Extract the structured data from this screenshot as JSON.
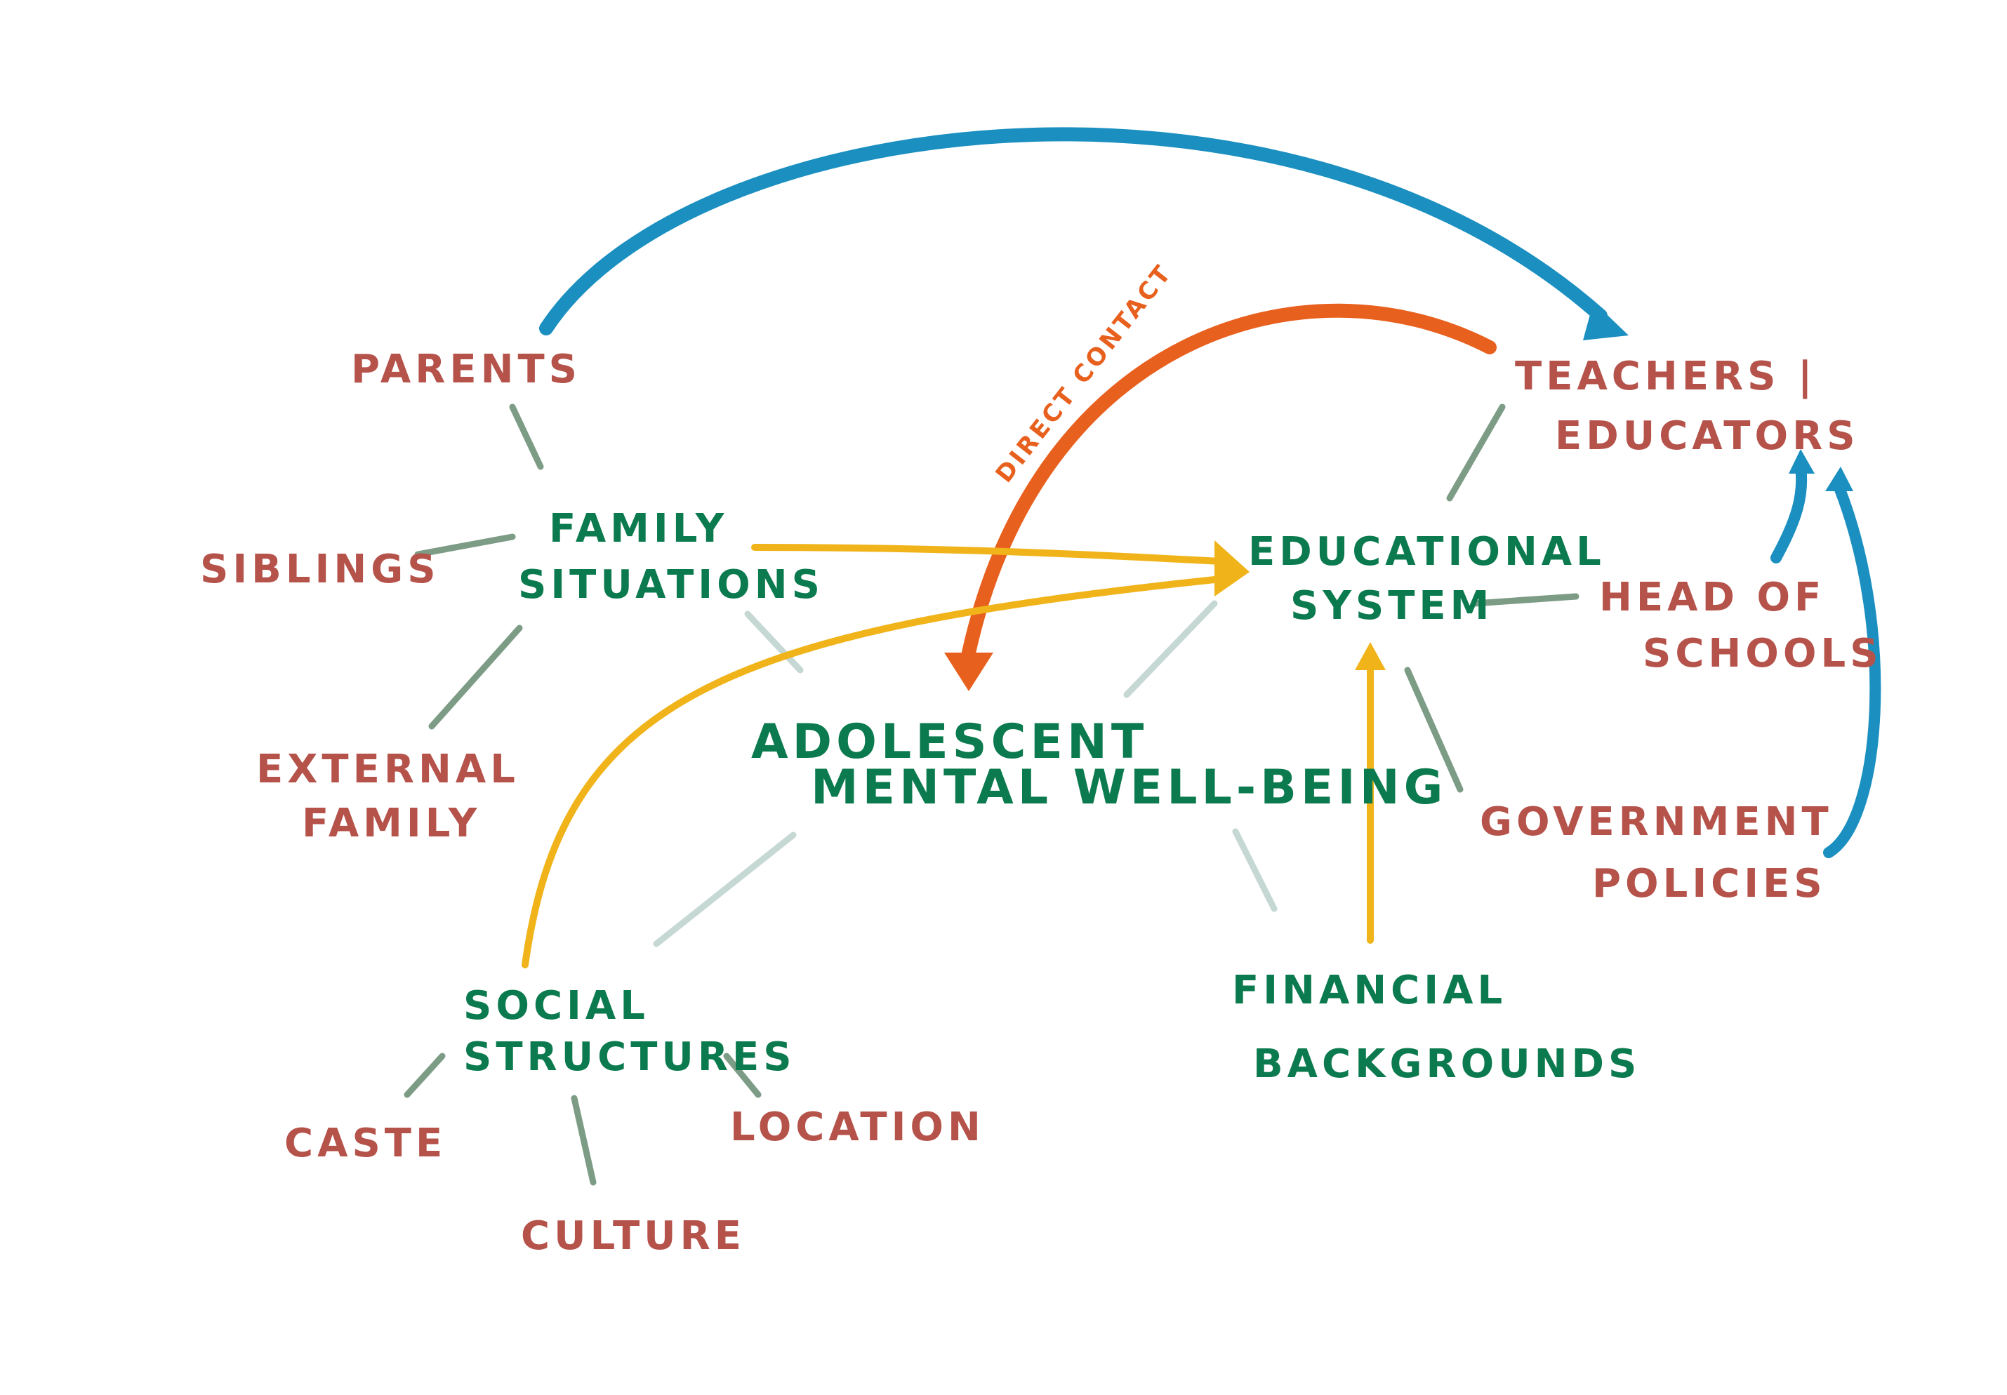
{
  "colors": {
    "primary_node": "#0b7a4e",
    "secondary_node": "#b5524a",
    "connector_dark": "#7d9c86",
    "connector_light": "#c5d8d3",
    "arrow_blue": "#1a8fc0",
    "arrow_orange": "#e8601e",
    "arrow_yellow": "#f0b41a",
    "label_orange": "#e8601e"
  },
  "nodes": {
    "central": {
      "line1": "ADOLESCENT",
      "line2": "MENTAL WELL-BEING"
    },
    "family": {
      "line1": "FAMILY",
      "line2": "SITUATIONS"
    },
    "education": {
      "line1": "EDUCATIONAL",
      "line2": "SYSTEM"
    },
    "social": {
      "line1": "SOCIAL",
      "line2": "STRUCTURES"
    },
    "financial": {
      "line1": "FINANCIAL",
      "line2": "BACKGROUNDS"
    },
    "parents": "PARENTS",
    "siblings": "SIBLINGS",
    "external_family": {
      "line1": "EXTERNAL",
      "line2": "FAMILY"
    },
    "teachers": {
      "line1": "TEACHERS |",
      "line2": "EDUCATORS"
    },
    "head_of_schools": {
      "line1": "HEAD OF",
      "line2": "SCHOOLS"
    },
    "government": {
      "line1": "GOVERNMENT",
      "line2": "POLICIES"
    },
    "caste": "CASTE",
    "culture": "CULTURE",
    "location": "LOCATION"
  },
  "labels": {
    "direct_contact": "DIRECT CONTACT"
  }
}
